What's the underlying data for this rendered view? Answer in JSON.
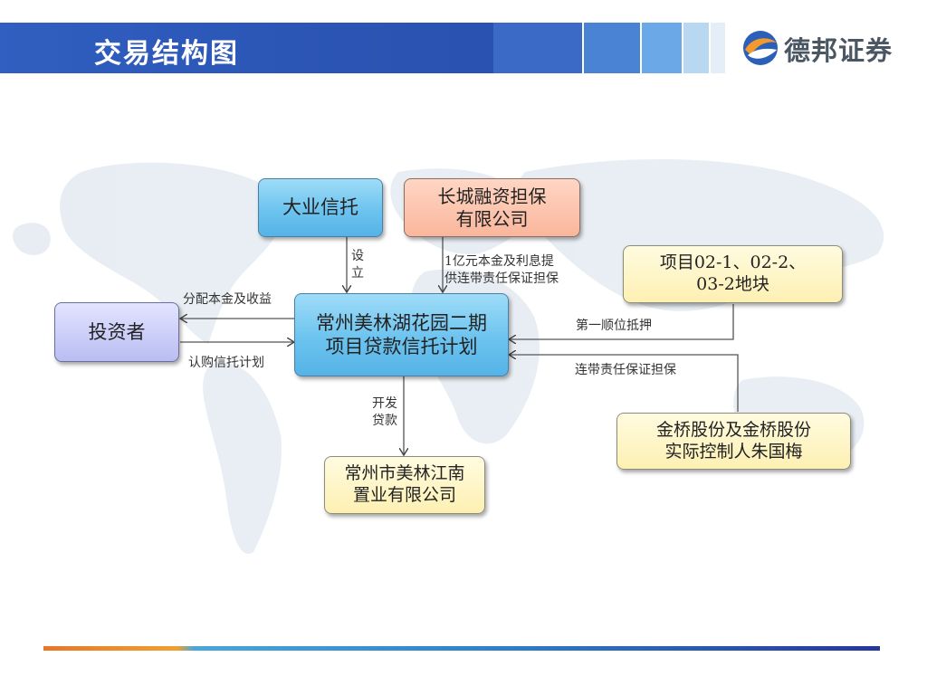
{
  "header": {
    "title": "交易结构图",
    "logo_text": "德邦证券",
    "colors": {
      "band": "#2b54b4",
      "strip_1": "#3a6ac6",
      "strip_2": "#4a82d4",
      "strip_3": "#6aa8e8",
      "strip_4": "#b8d8f2"
    }
  },
  "nodes": {
    "trust_company": "大业信托",
    "guarantor": [
      "长城融资担保",
      "有限公司"
    ],
    "land_parcels": [
      "项目02-1、02-2、",
      "03-2地块"
    ],
    "investor": "投资者",
    "trust_plan": [
      "常州美林湖花园二期",
      "项目贷款信托计划"
    ],
    "developer": [
      "常州市美林江南",
      "置业有限公司"
    ],
    "joint_guarantor": [
      "金桥股份及金桥股份",
      "实际控制人朱国梅"
    ]
  },
  "edges": {
    "establish": [
      "设",
      "立"
    ],
    "guarantee": [
      "1亿元本金及利息提",
      "供连带责任保证担保"
    ],
    "distribute": "分配本金及收益",
    "subscribe": "认购信托计划",
    "mortgage": "第一顺位抵押",
    "joint_guarantee": "连带责任保证担保",
    "loan": [
      "开发",
      "贷款"
    ]
  }
}
